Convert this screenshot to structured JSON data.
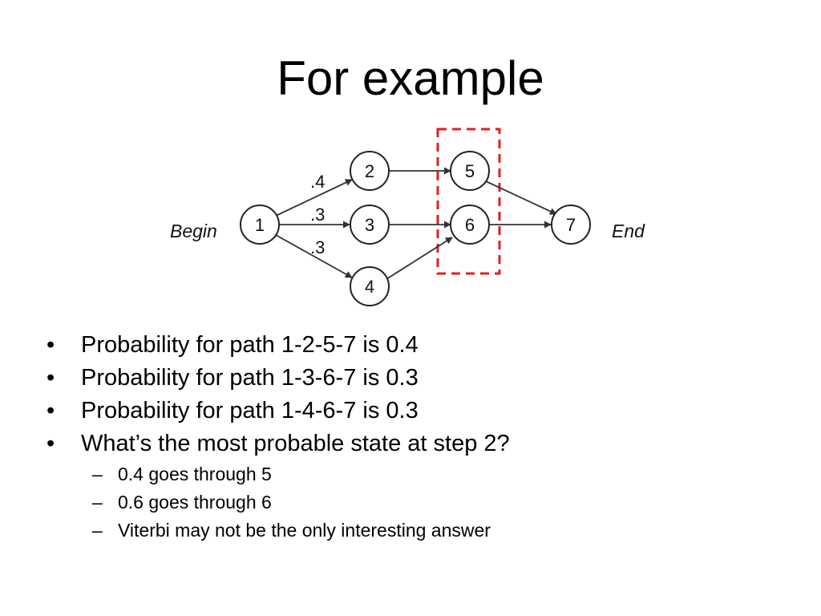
{
  "slide": {
    "title": "For example"
  },
  "diagram": {
    "begin_label": "Begin",
    "end_label": "End",
    "highlight_color": "#e02020",
    "nodes": [
      "1",
      "2",
      "3",
      "4",
      "5",
      "6",
      "7"
    ],
    "edges": [
      {
        "from": "1",
        "to": "2",
        "label": ".4"
      },
      {
        "from": "1",
        "to": "3",
        "label": ".3"
      },
      {
        "from": "1",
        "to": "4",
        "label": ".3"
      },
      {
        "from": "2",
        "to": "5",
        "label": ""
      },
      {
        "from": "3",
        "to": "6",
        "label": ""
      },
      {
        "from": "4",
        "to": "6",
        "label": ""
      },
      {
        "from": "5",
        "to": "7",
        "label": ""
      },
      {
        "from": "6",
        "to": "7",
        "label": ""
      }
    ],
    "highlighted_nodes": [
      "5",
      "6"
    ]
  },
  "bullets": [
    {
      "text": "Probability for path 1-2-5-7 is 0.4"
    },
    {
      "text": "Probability for path 1-3-6-7 is 0.3"
    },
    {
      "text": "Probability for path 1-4-6-7 is 0.3"
    },
    {
      "text": "What’s the most probable state at step 2?"
    }
  ],
  "sub_bullets": [
    {
      "text": "0.4 goes through 5"
    },
    {
      "text": "0.6 goes through 6"
    },
    {
      "text": "Viterbi may not be the only interesting answer"
    }
  ],
  "markers": {
    "bullet": "•",
    "dash": "–"
  }
}
